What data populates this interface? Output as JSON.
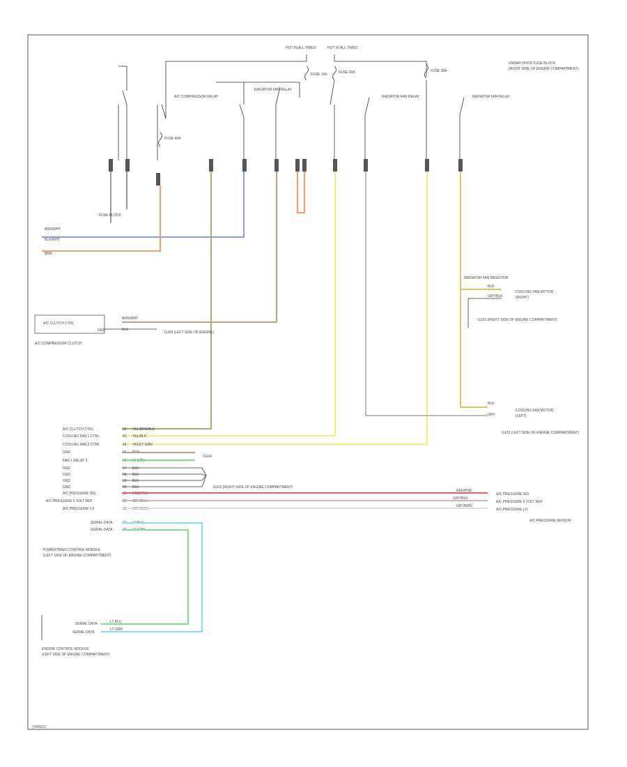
{
  "diagram": {
    "footer_code": "(Y60021)",
    "colors": {
      "border": "#555555",
      "wire_black": "#444444",
      "wire_yellow": "#f0f080",
      "wire_yellow_dark": "#d8c860",
      "wire_blue": "#8899ee",
      "wire_orange": "#f0a070",
      "wire_green": "#80e080",
      "wire_cyan": "#80e0f0",
      "wire_red": "#e06060",
      "wire_olive": "#a0b070",
      "wire_gray": "#bbbbbb",
      "wire_tan": "#c0a080"
    },
    "top": {
      "hot_left": "HOT IN ALL TIMES",
      "hot_right": "HOT IN ALL TIMES",
      "relay_1": "A/C COMPRESSOR RELAY",
      "relay_2": "RADIATOR FAN RELAY",
      "relay_3": "RADIATOR FAN RELAY",
      "relay_4": "RADIATOR FAN RELAY",
      "fuse_a": "FUSE 10A",
      "fuse_b": "FUSE 30A",
      "fuse_c": "FUSE 30A",
      "fuse_d": "FUSE 40A",
      "under_hood": "UNDER HOOD FUSE BLOCK",
      "under_hood_sub": "(RIGHT SIDE OF ENGINE COMPARTMENT)"
    },
    "left": {
      "fuse_block_ref": "FUSE BLOCK",
      "conn_1": "BRN/WHT",
      "conn_2": "BLK/WHT",
      "conn_3": "BRN",
      "compressor_ctrl": "A/C CLUTCH CTRL",
      "compressor_gnd": "GND",
      "compressor_label": "A/C COMPRESSOR CLUTCH",
      "wire_1": "BRN/WHT",
      "wire_2": "BLK",
      "ground_label": "G100 (LEFT SIDE OF ENGINE)"
    },
    "right": {
      "resistor": "RADIATOR FAN RESISTOR",
      "fan_1": "COOLING FAN MOTOR",
      "fan_1_sub": "(RIGHT)",
      "fan_ground": "G102 (RIGHT SIDE OF ENGINE COMPARTMENT)",
      "fan_2": "COOLING FAN MOTOR",
      "fan_2_sub": "(LEFT)",
      "fan_2_ground": "G102 (LEFT SIDE OF ENGINE COMPARTMENT)",
      "wire_1": "BLK",
      "wire_2": "GRY/BLK",
      "wire_3": "BLK",
      "wire_4": "GRY"
    },
    "pcm": {
      "pins": [
        {
          "label": "A/C CLUTCH CTRL",
          "pin": "52",
          "color": "YEL/BRN/BLK"
        },
        {
          "label": "COOLING FAN 1 CTRL",
          "pin": "53",
          "color": "YEL/BLK"
        },
        {
          "label": "COOLING FAN 2 CTRL",
          "pin": "54",
          "color": "YEL/LT GRN"
        },
        {
          "label": "GND",
          "pin": "55",
          "color": "BRN"
        },
        {
          "label": "FAN 1 RELAY 2",
          "pin": "56",
          "color": "LT GRN"
        },
        {
          "label": "GND",
          "pin": "57",
          "color": "BLK"
        },
        {
          "label": "GND",
          "pin": "58",
          "color": "BLK"
        },
        {
          "label": "GND",
          "pin": "59",
          "color": "BLK"
        },
        {
          "label": "GND",
          "pin": "60",
          "color": "BLK"
        },
        {
          "label": "A/C PRESSURE SIG",
          "pin": "61",
          "color": "RED/PNK"
        },
        {
          "label": "A/C PRESSURE 5 VOLT REF",
          "pin": "62",
          "color": "GRY/BLK"
        },
        {
          "label": "A/C PRESSURE LO",
          "pin": "63",
          "color": "GRY/BRN"
        },
        {
          "label": "SERIAL DATA",
          "pin": "71",
          "color": "LT BLU"
        },
        {
          "label": "SERIAL DATA",
          "pin": "72",
          "color": "LT GRN"
        }
      ],
      "ground_ref_1": "G103 (RIGHT SIDE OF ENGINE COMPARTMENT)",
      "ground_ref_2": "G104",
      "title": "POWERTRAIN CONTROL MODULE",
      "subtitle": "(LEFT SIDE OF ENGINE COMPARTMENT)"
    },
    "sensor": {
      "pins": [
        "A/C PRESSURE SIG",
        "A/C PRESSURE 5 VOLT REF",
        "A/C PRESSURE LO"
      ],
      "wires": [
        "RED/PNK",
        "GRY/BLK",
        "GRY/BRN"
      ],
      "title": "A/C PRESSURE SENSOR"
    },
    "bottom": {
      "pin_1": "SERIAL DATA",
      "pin_2": "SERIAL DATA",
      "wire_1": "LT BLU",
      "wire_2": "LT GRN",
      "module_title": "ENGINE CONTROL MODULE",
      "module_sub": "(LEFT SIDE OF ENGINE COMPARTMENT)"
    }
  }
}
